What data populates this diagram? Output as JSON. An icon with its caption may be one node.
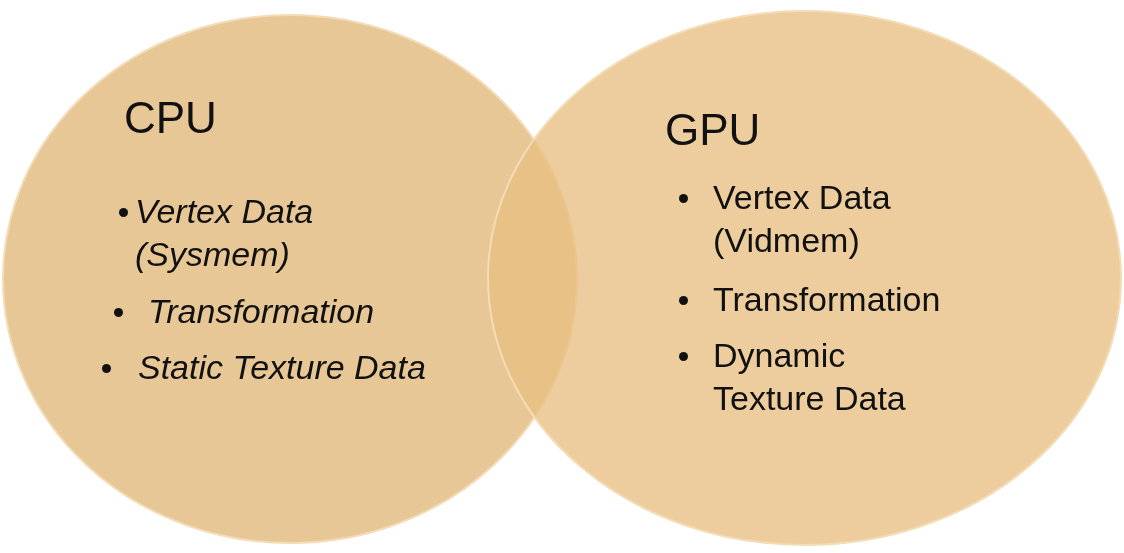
{
  "diagram": {
    "nodes": [
      {
        "text": [
          "CPU",
          "Vertex Data (Sysmem)",
          "Transformation",
          "Static Texture Data"
        ]
      },
      {
        "text": [
          "GPU",
          "Vertex Data (Vidmem)",
          "Transformation",
          "Dynamic Texture Data"
        ]
      }
    ]
  }
}
